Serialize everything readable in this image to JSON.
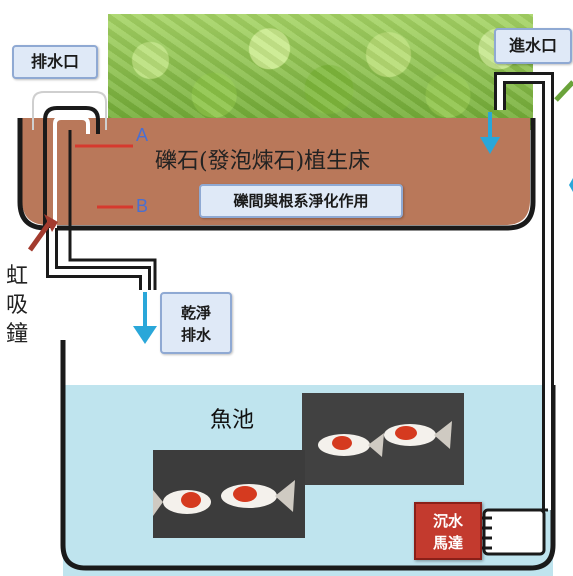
{
  "labels": {
    "drain_outlet": "排水口",
    "water_inlet": "進水口",
    "bed_title": "礫石(發泡煉石)植生床",
    "purification": "礫間與根系淨化作用",
    "clean_drain_line1": "乾淨",
    "clean_drain_line2": "排水",
    "siphon_line1": "虹",
    "siphon_line2": "吸",
    "siphon_line3": "鐘",
    "fish_pond": "魚池",
    "pump_line1": "沉水",
    "pump_line2": "馬達",
    "marker_a": "A",
    "marker_b": "B"
  },
  "colors": {
    "grow_bed": "#b9785a",
    "pond_water": "#bfe4ee",
    "pipe": "#1a1a1a",
    "water_arrow": "#2aa7d9",
    "marker_line": "#d63a2e",
    "pump": "#c33a2e"
  },
  "icons": [
    "down-arrow-icon",
    "koi-fish-icon",
    "lettuce-icon"
  ]
}
